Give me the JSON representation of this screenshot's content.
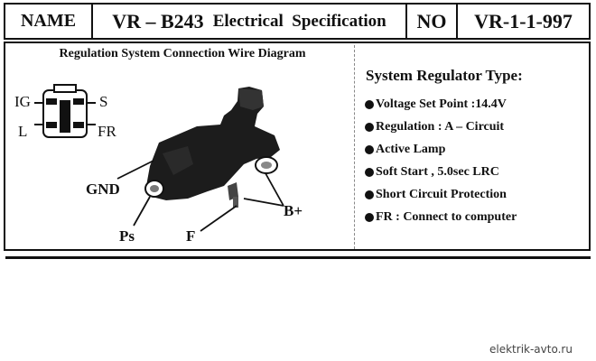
{
  "header": {
    "name_label": "NAME",
    "model": "VR – B243",
    "title": "Electrical  Specification",
    "no_label": "NO",
    "no_value": "VR-1-1-997"
  },
  "diagram": {
    "title": "Regulation System Connection Wire Diagram",
    "connector_pins": {
      "ig": "IG",
      "s": "S",
      "l": "L",
      "fr": "FR"
    },
    "callouts": {
      "gnd": "GND",
      "ps": "Ps",
      "f": "F",
      "b_plus": "B+"
    }
  },
  "spec": {
    "title": "System Regulator Type:",
    "items": [
      "Voltage Set Point :14.4V",
      "Regulation : A – Circuit",
      "Active Lamp",
      "Soft Start , 5.0sec LRC",
      "Short Circuit Protection",
      "FR : Connect to computer"
    ]
  },
  "watermark": "elektrik-avto.ru"
}
